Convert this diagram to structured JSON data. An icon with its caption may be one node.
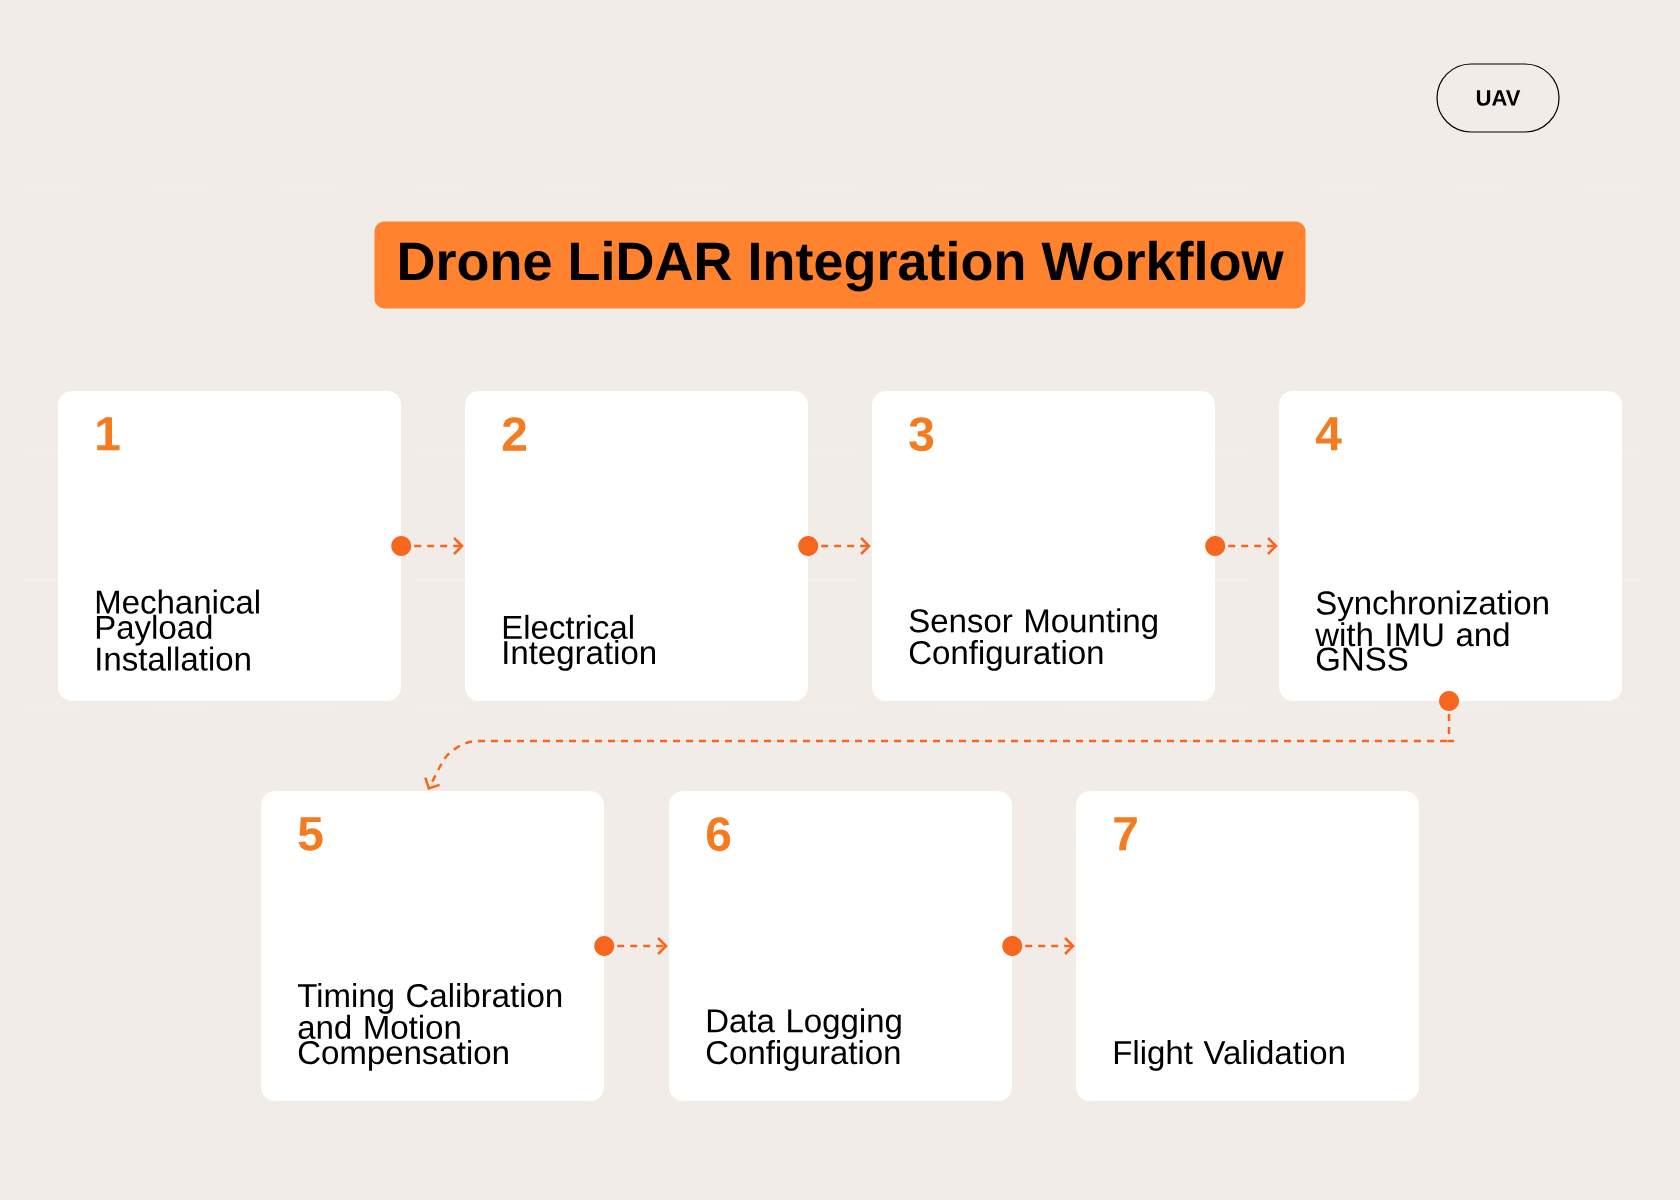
{
  "diagram": {
    "title": "Drone LiDAR Integration Workflow",
    "nodes": [
      {
        "text": [
          "UAV"
        ]
      },
      {
        "text": [
          "1",
          "Mechanical Payload Installation"
        ]
      },
      {
        "text": [
          "2",
          "Electrical Integration"
        ]
      },
      {
        "text": [
          "3",
          "Sensor Mounting Configuration"
        ]
      },
      {
        "text": [
          "4",
          "Synchronization with IMU and GNSS"
        ]
      },
      {
        "text": [
          "5",
          "Timing Calibration and Motion Compensation"
        ]
      },
      {
        "text": [
          "6",
          "Data Logging Configuration"
        ]
      },
      {
        "text": [
          "7",
          "Flight Validation"
        ]
      }
    ],
    "edges": [
      {
        "from": 1,
        "to": 2,
        "arrow": "to",
        "style": "dashed"
      },
      {
        "from": 2,
        "to": 3,
        "arrow": "to",
        "style": "dashed"
      },
      {
        "from": 3,
        "to": 4,
        "arrow": "to",
        "style": "dashed"
      },
      {
        "from": 4,
        "to": 5,
        "arrow": "to",
        "style": "dashed"
      },
      {
        "from": 5,
        "to": 6,
        "arrow": "to",
        "style": "dashed"
      },
      {
        "from": 6,
        "to": 7,
        "arrow": "to",
        "style": "dashed"
      }
    ]
  }
}
